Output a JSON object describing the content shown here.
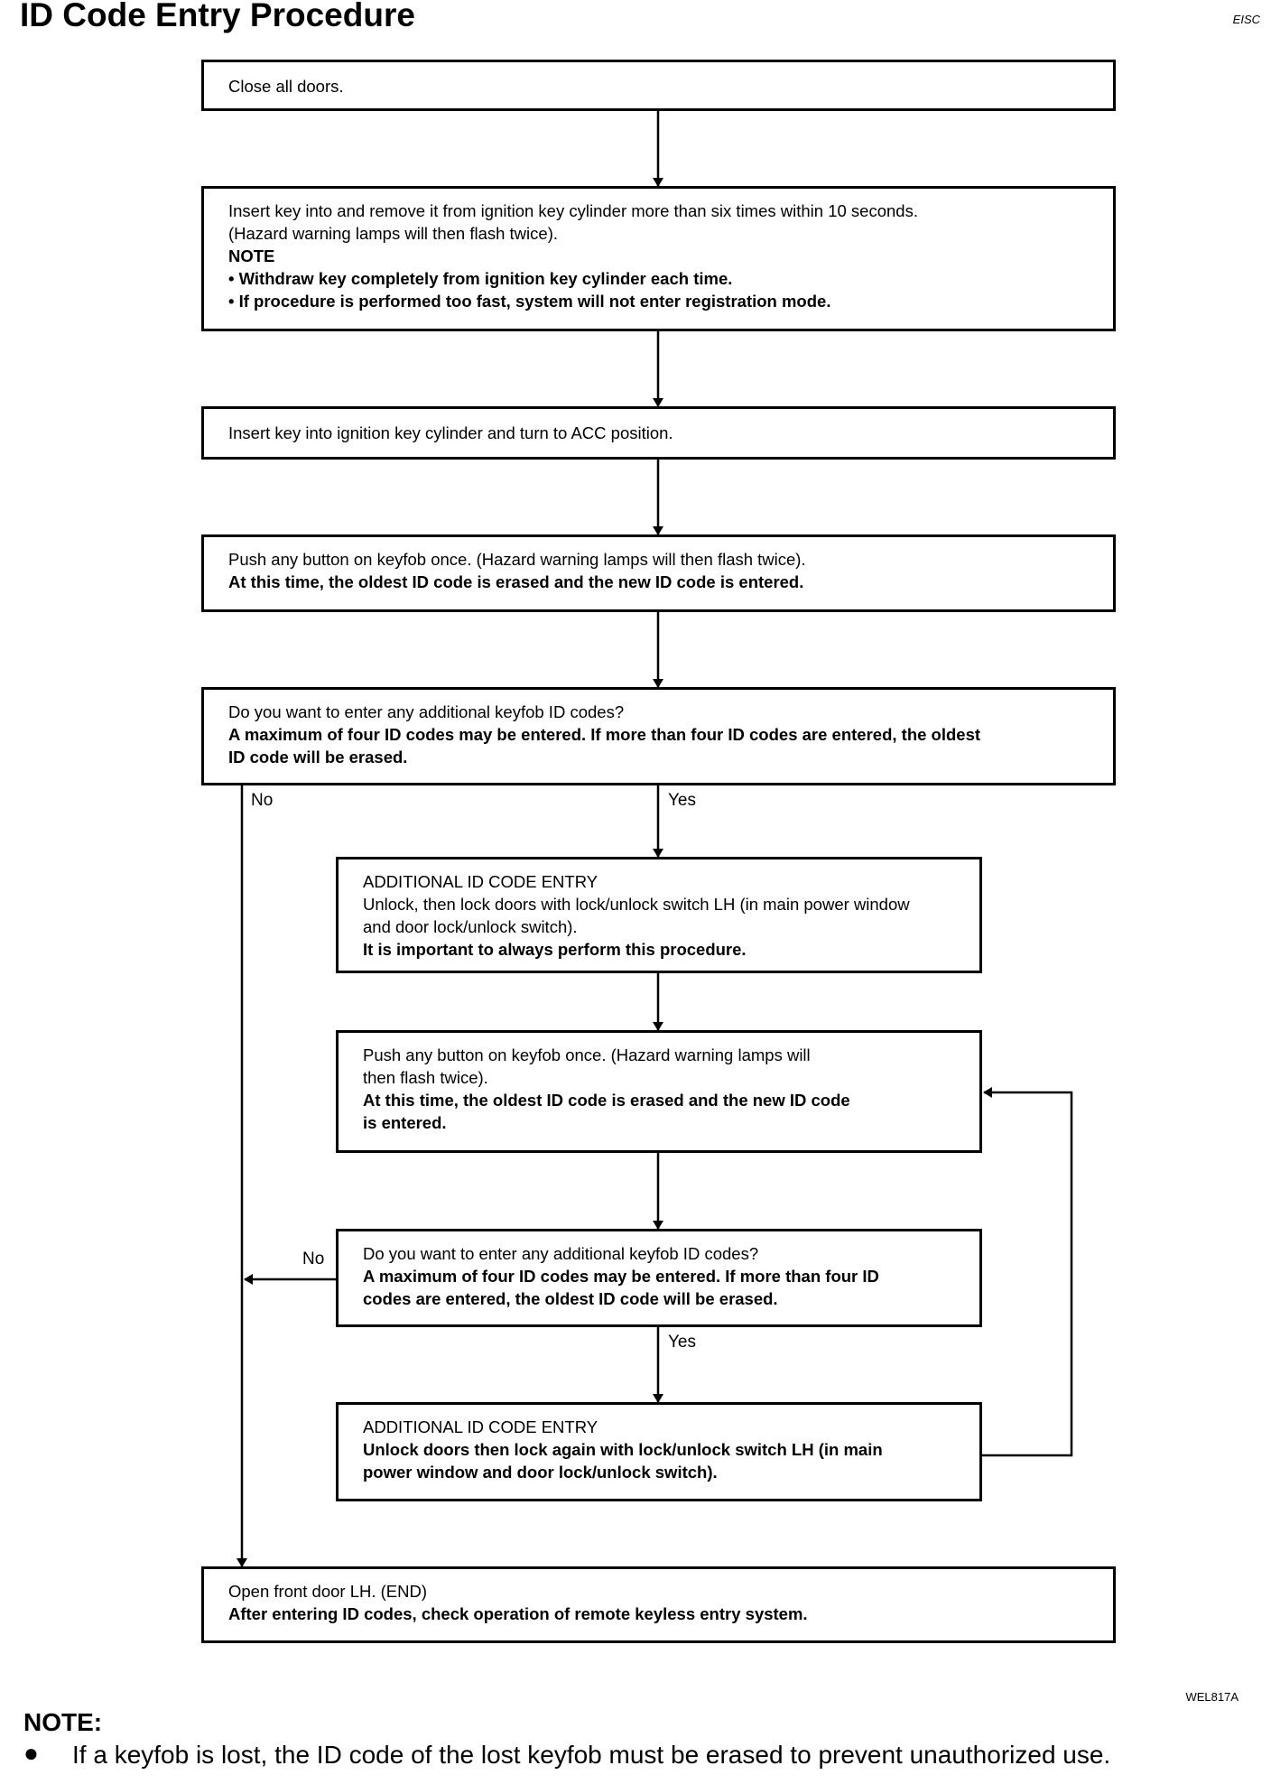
{
  "title": "ID Code Entry Procedure",
  "corner_code": "EISC",
  "figure_ref": "WEL817A",
  "steps": {
    "close_doors": {
      "lines": [
        "Close all doors."
      ]
    },
    "insert_remove": {
      "lines": [
        "Insert key into and remove it from ignition key cylinder more than six times within 10 seconds.",
        "(Hazard warning lamps will then flash twice)."
      ],
      "note_label": "NOTE",
      "note_lines": [
        "• Withdraw key completely from ignition key cylinder each time.",
        "• If procedure is performed too fast, system will not enter registration mode."
      ]
    },
    "insert_acc": {
      "lines": [
        "Insert key into ignition key cylinder and turn to ACC position."
      ]
    },
    "push_button_1": {
      "lines": [
        "Push any button on keyfob once.  (Hazard warning lamps will then flash twice)."
      ],
      "bold_lines": [
        "At this time, the oldest ID code is erased and the new ID code is entered."
      ]
    },
    "question_1": {
      "lines": [
        "Do you want to enter any additional keyfob ID codes?"
      ],
      "bold_lines": [
        "A maximum of four ID codes may be entered.  If more than four ID codes are entered, the oldest",
        "ID code will be erased."
      ]
    },
    "additional_entry_1": {
      "heading": "ADDITIONAL ID CODE ENTRY",
      "lines": [
        "Unlock, then lock doors with lock/unlock switch LH (in main power window",
        "and door lock/unlock switch)."
      ],
      "bold_lines": [
        "It is important to always perform this procedure."
      ]
    },
    "push_button_2": {
      "lines": [
        "Push any button on keyfob once.  (Hazard warning lamps will",
        "then flash twice)."
      ],
      "bold_lines": [
        "At this time, the oldest ID code is erased and the new ID code",
        "is entered."
      ]
    },
    "question_2": {
      "lines": [
        "Do you want to enter any additional keyfob ID codes?"
      ],
      "bold_lines": [
        "A maximum of four ID codes may be entered.  If more than four ID",
        "codes are entered, the oldest ID code will be erased."
      ]
    },
    "additional_entry_2": {
      "heading": "ADDITIONAL ID CODE ENTRY",
      "bold_lines": [
        "Unlock doors then lock again with lock/unlock switch LH (in main",
        "power window and door lock/unlock switch)."
      ]
    },
    "open_door": {
      "lines": [
        "Open front door LH.  (END)"
      ],
      "bold_lines": [
        "After entering ID codes, check operation of remote keyless entry system."
      ]
    }
  },
  "branch_labels": {
    "no_1": "No",
    "yes_1": "Yes",
    "no_2": "No",
    "yes_2": "Yes"
  },
  "note": {
    "heading": "NOTE:",
    "bullet": "●",
    "text": "If a keyfob is lost, the ID code of the lost keyfob must be erased to prevent unauthorized use."
  }
}
